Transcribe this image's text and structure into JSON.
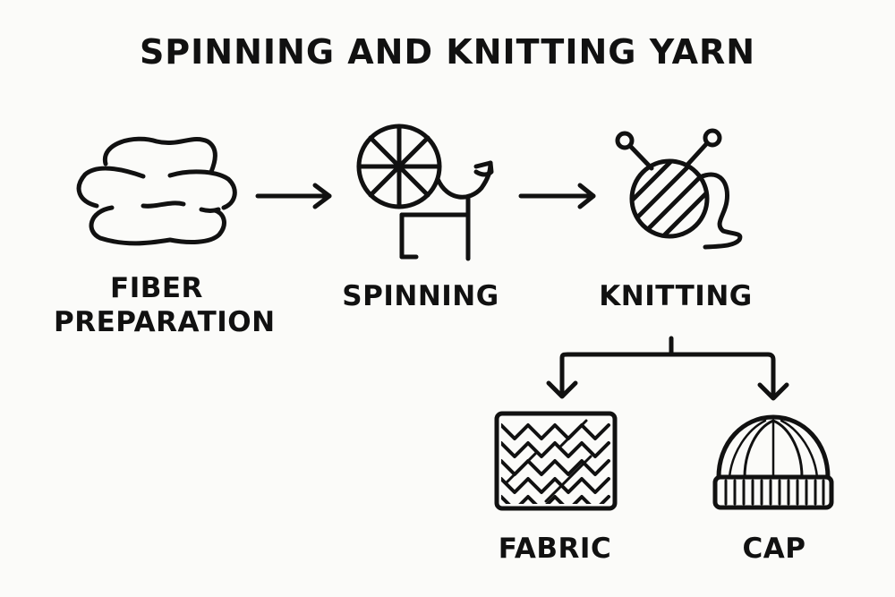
{
  "title": "SPINNING AND KNITTING YARN",
  "steps": [
    {
      "id": "fiber-preparation",
      "label_line1": "FIBER",
      "label_line2": "PREPARATION",
      "icon": "fiber-cloud-icon"
    },
    {
      "id": "spinning",
      "label": "SPINNING",
      "icon": "spinning-wheel-icon"
    },
    {
      "id": "knitting",
      "label": "KNITTING",
      "icon": "yarn-ball-needles-icon"
    }
  ],
  "outputs": [
    {
      "id": "fabric",
      "label": "FABRIC",
      "icon": "knitted-fabric-icon"
    },
    {
      "id": "cap",
      "label": "CAP",
      "icon": "knit-cap-icon"
    }
  ],
  "connectors": [
    {
      "from": "fiber-preparation",
      "to": "spinning",
      "type": "arrow-right"
    },
    {
      "from": "spinning",
      "to": "knitting",
      "type": "arrow-right"
    },
    {
      "from": "knitting",
      "to": [
        "fabric",
        "cap"
      ],
      "type": "branch-down"
    }
  ],
  "colors": {
    "ink": "#111111",
    "background": "#fbfbf9"
  }
}
